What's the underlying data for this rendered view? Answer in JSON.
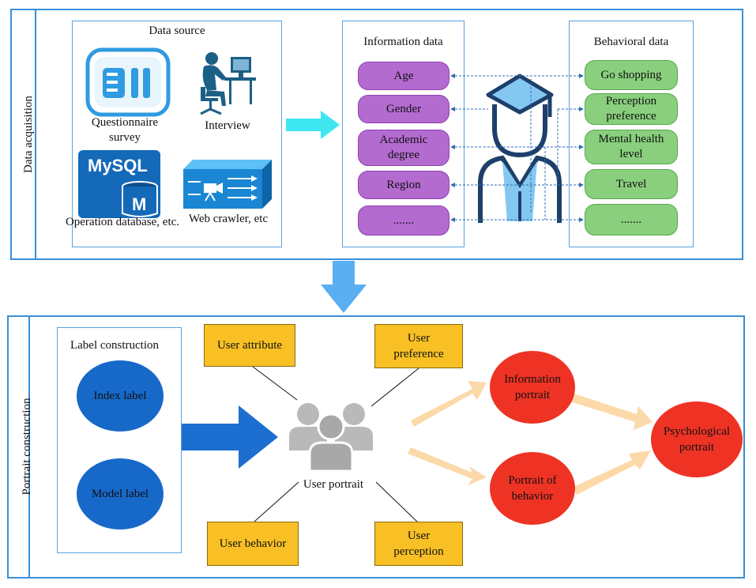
{
  "acquisition": {
    "section_title": "Data acquisition",
    "data_source": {
      "title": "Data source",
      "items": [
        {
          "label": "Questionnaire survey",
          "icon": "questionnaire-icon"
        },
        {
          "label": "Interview",
          "icon": "person-at-computer-icon"
        },
        {
          "label": "Operation database, etc.",
          "icon": "mysql-database-icon"
        },
        {
          "label": "Web crawler, etc",
          "icon": "web-crawler-icon"
        }
      ]
    },
    "information": {
      "title": "Information data",
      "items": [
        "Age",
        "Gender",
        "Academic degree",
        "Region",
        "......."
      ]
    },
    "behavioral": {
      "title": "Behavioral data",
      "items": [
        "Go shopping",
        "Perception preference",
        "Mental health level",
        "Travel",
        "......."
      ]
    }
  },
  "portrait": {
    "section_title": "Portrait construction",
    "label_construction": {
      "title": "Label construction",
      "items": [
        "Index label",
        "Model label"
      ]
    },
    "user_portrait": "User portrait",
    "dimensions": {
      "attribute": "User attribute",
      "preference": "User preference",
      "behavior": "User behavior",
      "perception": "User perception"
    },
    "outputs": {
      "information": "Information portrait",
      "behavior": "Portrait of behavior",
      "psychological": "Psychological portrait"
    }
  },
  "colors": {
    "frame": "#3a8fd8",
    "purple": "#b46bd0",
    "green": "#89cf7d",
    "yellow": "#f8c025",
    "blue_circle": "#1769c9",
    "red_circle": "#ee3325",
    "cyan_arrow": "#3ee6f0",
    "peach_arrow": "#fbd9a8"
  }
}
